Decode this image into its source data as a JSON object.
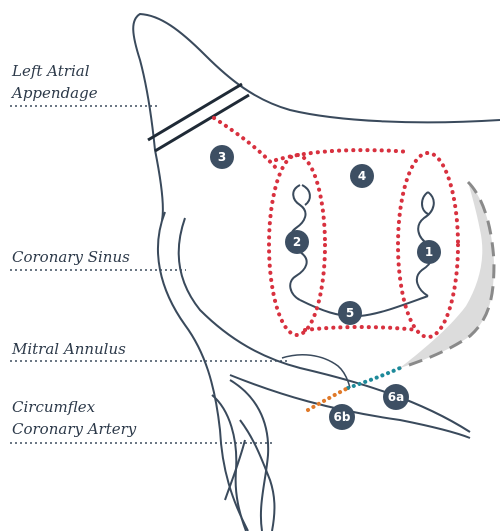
{
  "labels": {
    "laa_line1": "Left Atrial",
    "laa_line2": "Appendage",
    "coronary_sinus": "Coronary Sinus",
    "mitral_annulus": "Mitral Annulus",
    "circumflex_line1": "Circumflex",
    "circumflex_line2": "Coronary Artery"
  },
  "markers": {
    "m1": "1",
    "m2": "2",
    "m3": "3",
    "m4": "4",
    "m5": "5",
    "m6a": "6a",
    "m6b": "6b"
  },
  "colors": {
    "outline": "#3a4a5c",
    "marker_fill": "#3d4f63",
    "ablation_red": "#d8313f",
    "teal_line": "#1e8a9a",
    "orange_line": "#e07a2a",
    "gray_fill": "#d9d9d9"
  }
}
